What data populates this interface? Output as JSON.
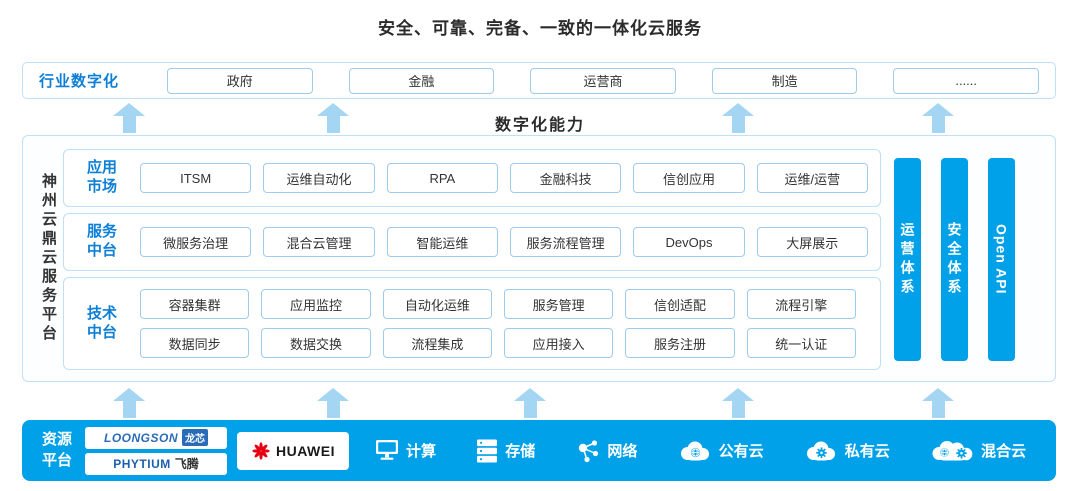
{
  "title": "安全、可靠、完备、一致的一体化云服务",
  "industry_row": {
    "label": "行业数字化",
    "items": [
      "政府",
      "金融",
      "运营商",
      "制造",
      "......"
    ]
  },
  "capability_label": "数字化能力",
  "platform": {
    "side_label": "神州云鼎云服务平台",
    "sections": [
      {
        "label": "应用市场",
        "rows": [
          [
            "ITSM",
            "运维自动化",
            "RPA",
            "金融科技",
            "信创应用",
            "运维/运营"
          ]
        ]
      },
      {
        "label": "服务中台",
        "rows": [
          [
            "微服务治理",
            "混合云管理",
            "智能运维",
            "服务流程管理",
            "DevOps",
            "大屏展示"
          ]
        ]
      },
      {
        "label": "技术中台",
        "rows": [
          [
            "容器集群",
            "应用监控",
            "自动化运维",
            "服务管理",
            "信创适配",
            "流程引擎"
          ],
          [
            "数据同步",
            "数据交换",
            "流程集成",
            "应用接入",
            "服务注册",
            "统一认证"
          ]
        ]
      }
    ],
    "vertical_bars": [
      "运营体系",
      "安全体系",
      "Open API"
    ]
  },
  "resource_platform": {
    "label": "资源平台",
    "vendors": [
      {
        "name": "loongson",
        "text": "LOONGSON",
        "suffix": "龙芯"
      },
      {
        "name": "phytium",
        "text": "PHYTIUM",
        "suffix": "飞腾"
      },
      {
        "name": "huawei",
        "text": "HUAWEI",
        "icon": "huawei-flower-icon"
      }
    ],
    "items": [
      {
        "icon": "compute-icon",
        "label": "计算"
      },
      {
        "icon": "storage-icon",
        "label": "存储"
      },
      {
        "icon": "network-icon",
        "label": "网络"
      },
      {
        "icon": "public-cloud-icon",
        "label": "公有云"
      },
      {
        "icon": "private-cloud-icon",
        "label": "私有云"
      },
      {
        "icon": "hybrid-cloud-icon",
        "label": "混合云"
      }
    ]
  },
  "colors": {
    "accent_blue": "#00a1e9",
    "arrow_blue": "#a4d6f4",
    "border_blue": "#bfe0f5",
    "label_blue": "#0d7fd6",
    "huawei_red": "#e60012",
    "loongson_blue": "#2b6cb8",
    "text_dark": "#333333"
  }
}
